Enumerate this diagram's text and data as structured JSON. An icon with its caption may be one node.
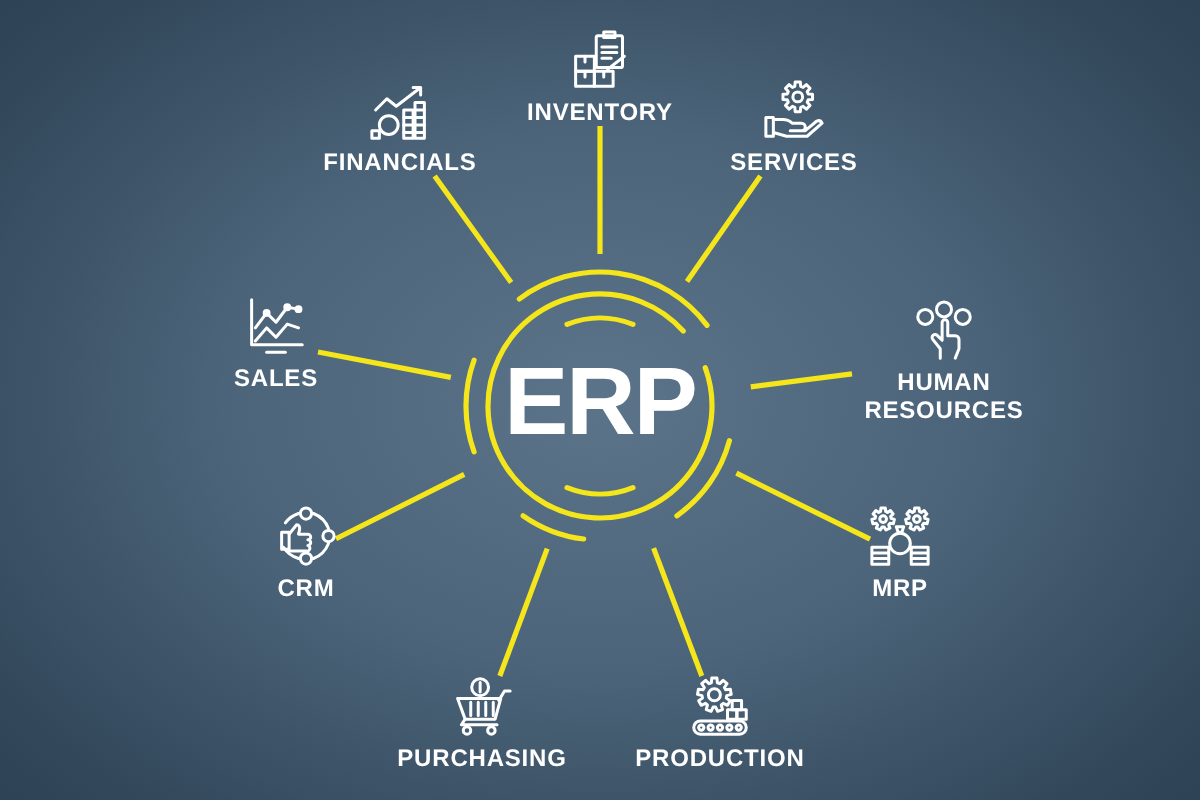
{
  "diagram": {
    "nodes": [
      {
        "text": [
          "ERP"
        ]
      },
      {
        "text": [
          "INVENTORY"
        ]
      },
      {
        "text": [
          "SERVICES"
        ]
      },
      {
        "text": [
          "HUMAN RESOURCES"
        ]
      },
      {
        "text": [
          "MRP"
        ]
      },
      {
        "text": [
          "PRODUCTION"
        ]
      },
      {
        "text": [
          "PURCHASING"
        ]
      },
      {
        "text": [
          "CRM"
        ]
      },
      {
        "text": [
          "SALES"
        ]
      },
      {
        "text": [
          "FINANCIALS"
        ]
      }
    ],
    "edges": [
      {
        "from": 0,
        "to": 1,
        "arrow": "none"
      },
      {
        "from": 0,
        "to": 2,
        "arrow": "none"
      },
      {
        "from": 0,
        "to": 3,
        "arrow": "none"
      },
      {
        "from": 0,
        "to": 4,
        "arrow": "none"
      },
      {
        "from": 0,
        "to": 5,
        "arrow": "none"
      },
      {
        "from": 0,
        "to": 6,
        "arrow": "none"
      },
      {
        "from": 0,
        "to": 7,
        "arrow": "none"
      },
      {
        "from": 0,
        "to": 8,
        "arrow": "none"
      },
      {
        "from": 0,
        "to": 9,
        "arrow": "none"
      }
    ]
  }
}
